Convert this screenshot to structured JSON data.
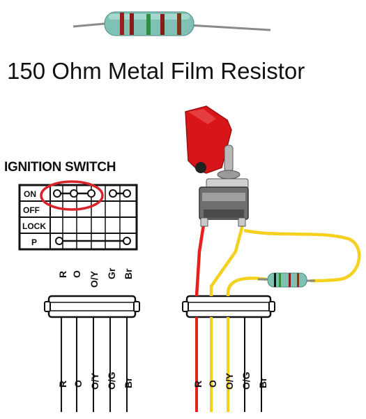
{
  "title": "150 Ohm Metal Film Resistor",
  "switch_diagram": {
    "title": "IGNITION SWITCH",
    "positions": [
      "ON",
      "OFF",
      "LOCK",
      "P"
    ],
    "wire_labels": [
      "R",
      "O",
      "O/Y",
      "Gr",
      "Br"
    ]
  },
  "bottom_harness": {
    "left_labels": [
      "R",
      "O",
      "O/Y",
      "O/G",
      "Br"
    ],
    "right_labels": [
      "R",
      "O",
      "O/Y",
      "O/G",
      "Br"
    ]
  },
  "colors": {
    "wire_red": "#e8201c",
    "wire_yellow": "#f4d01f",
    "highlight_circle": "#d8232a",
    "switch_cover": "#d8161a",
    "resistor_body": "#7fc2b4"
  },
  "icons": [
    "resistor",
    "toggle-switch-with-safety-cover",
    "wire-connector"
  ]
}
